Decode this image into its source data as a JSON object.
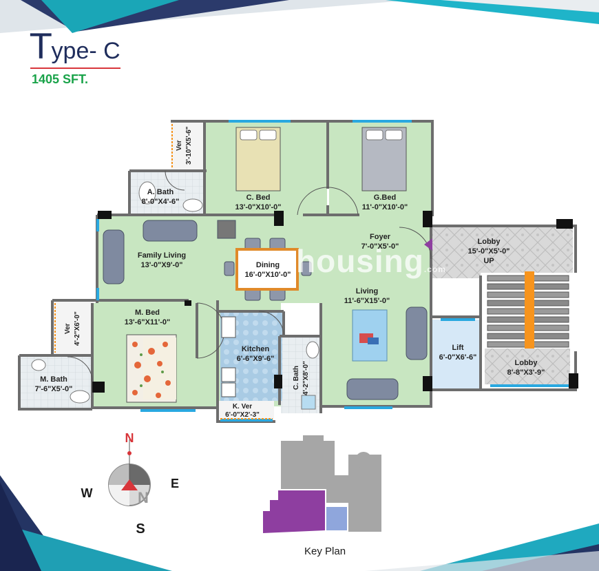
{
  "header": {
    "type_letter": "T",
    "type_rest": "ype- C",
    "area": "1405 SFT."
  },
  "rooms": {
    "c_bed": {
      "name": "C. Bed",
      "size": "13'-0\"X10'-0\""
    },
    "g_bed": {
      "name": "G.Bed",
      "size": "11'-0\"X10'-0\""
    },
    "a_bath": {
      "name": "A. Bath",
      "size": "8'-0\"X4'-6\""
    },
    "ver_top": {
      "name": "Ver",
      "size": "3'-10\"X5'-6\""
    },
    "family_living": {
      "name": "Family Living",
      "size": "13'-0\"X9'-0\""
    },
    "dining": {
      "name": "Dining",
      "size": "16'-0\"X10'-0\""
    },
    "foyer": {
      "name": "Foyer",
      "size": "7'-0\"X5'-0\""
    },
    "lobby_top": {
      "name": "Lobby",
      "size": "15'-0\"X5'-0\"",
      "up": "UP"
    },
    "living": {
      "name": "Living",
      "size": "11'-6\"X15'-0\""
    },
    "m_bed": {
      "name": "M. Bed",
      "size": "13'-6\"X11'-0\""
    },
    "ver_left": {
      "name": "Ver",
      "size": "4'-2\"X6'-0\""
    },
    "m_bath": {
      "name": "M. Bath",
      "size": "7'-6\"X5'-0\""
    },
    "kitchen": {
      "name": "Kitchen",
      "size": "6'-6\"X9'-6\""
    },
    "c_bath": {
      "name": "C. Bath",
      "size": "4'-2\"X8'-0\""
    },
    "k_ver": {
      "name": "K. Ver",
      "size": "6'-0\"X2'-3\""
    },
    "lift": {
      "name": "Lift",
      "size": "6'-0\"X6'-6\""
    },
    "lobby_bottom": {
      "name": "Lobby",
      "size": "8'-8\"X3'-9\""
    }
  },
  "compass": {
    "n": "N",
    "s": "S",
    "e": "E",
    "w": "W",
    "center": "N"
  },
  "key_plan": {
    "label": "Key Plan"
  },
  "watermark": {
    "text": "housing",
    "suffix": ".com"
  },
  "colors": {
    "room_green": "#c8e6c1",
    "wall": "#6d6d6d",
    "window_blue": "#29a8e0",
    "title_green": "#1aa34a",
    "title_navy": "#1f2d5c",
    "lobby_gray": "#d6d6d6",
    "lift_blue": "#d6e8f7",
    "accent_orange": "#f7941d",
    "key_purple": "#8e3ea0",
    "key_blue": "#8fa6dc",
    "key_gray": "#a6a6a6"
  }
}
